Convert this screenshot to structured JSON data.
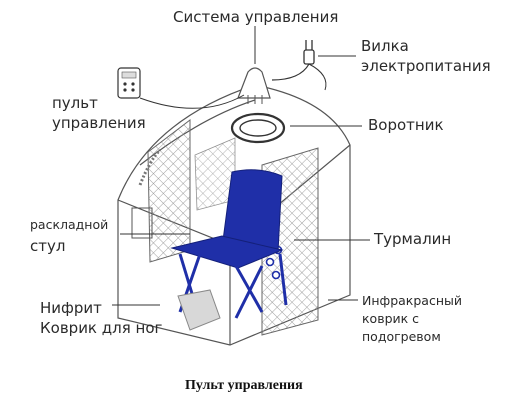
{
  "labels": {
    "control_system": "Система управления",
    "plug_line1": "Вилка",
    "plug_line2": "электропитания",
    "remote_line1": "пульт",
    "remote_line2": "управления",
    "collar": "Воротник",
    "chair_line1": "раскладной",
    "chair_line2": "стул",
    "tourmaline": "Турмалин",
    "nephrite_line1": "Нифрит",
    "nephrite_line2": "Коврик для ног",
    "ir_line1": "Инфракрасный",
    "ir_line2": "коврик с",
    "ir_line3": "подогревом"
  },
  "caption": "Пульт управления",
  "colors": {
    "chair": "#1f2fa8",
    "chair_dark": "#14207a",
    "outline": "#555555",
    "mesh": "#8a8a8a",
    "text": "#2a2a2a"
  }
}
